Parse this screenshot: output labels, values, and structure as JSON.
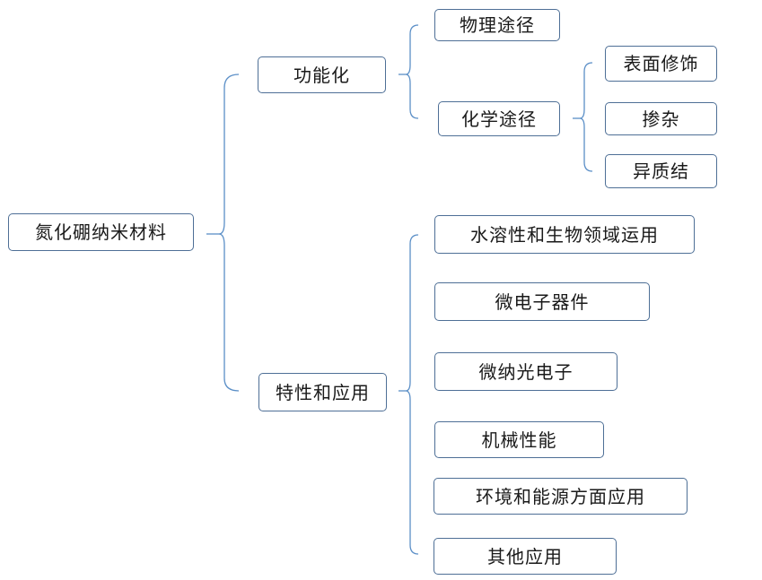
{
  "root": {
    "label": "氮化硼纳米材料"
  },
  "branches": {
    "functionalization": {
      "label": "功能化",
      "children": {
        "physical": {
          "label": "物理途径"
        },
        "chemical": {
          "label": "化学途径",
          "children": [
            {
              "label": "表面修饰"
            },
            {
              "label": "掺杂"
            },
            {
              "label": "异质结"
            }
          ]
        }
      }
    },
    "properties": {
      "label": "特性和应用",
      "children": [
        {
          "label": "水溶性和生物领域运用"
        },
        {
          "label": "微电子器件"
        },
        {
          "label": "微纳光电子"
        },
        {
          "label": "机械性能"
        },
        {
          "label": "环境和能源方面应用"
        },
        {
          "label": "其他应用"
        }
      ]
    }
  },
  "colors": {
    "connector": "#5b8fc7",
    "node_border": "#4e6f96",
    "text": "#1a1a1a",
    "background": "#ffffff"
  }
}
